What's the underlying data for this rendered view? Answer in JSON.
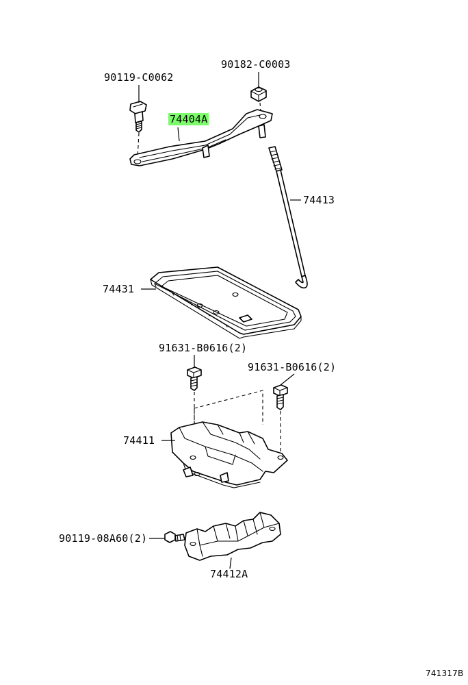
{
  "colors": {
    "highlight": "#7CFC6A"
  },
  "diagram": {
    "part_labels": {
      "bolt_top": "90119-C0062",
      "nut_top": "90182-C0003",
      "clamp": "74404A",
      "rod": "74413",
      "tray": "74431",
      "bolt_left": "91631-B0616(2)",
      "bolt_right": "91631-B0616(2)",
      "carrier": "74411",
      "bolt_bottom": "90119-08A60(2)",
      "bracket": "74412A"
    },
    "figure_code": "741317B"
  }
}
